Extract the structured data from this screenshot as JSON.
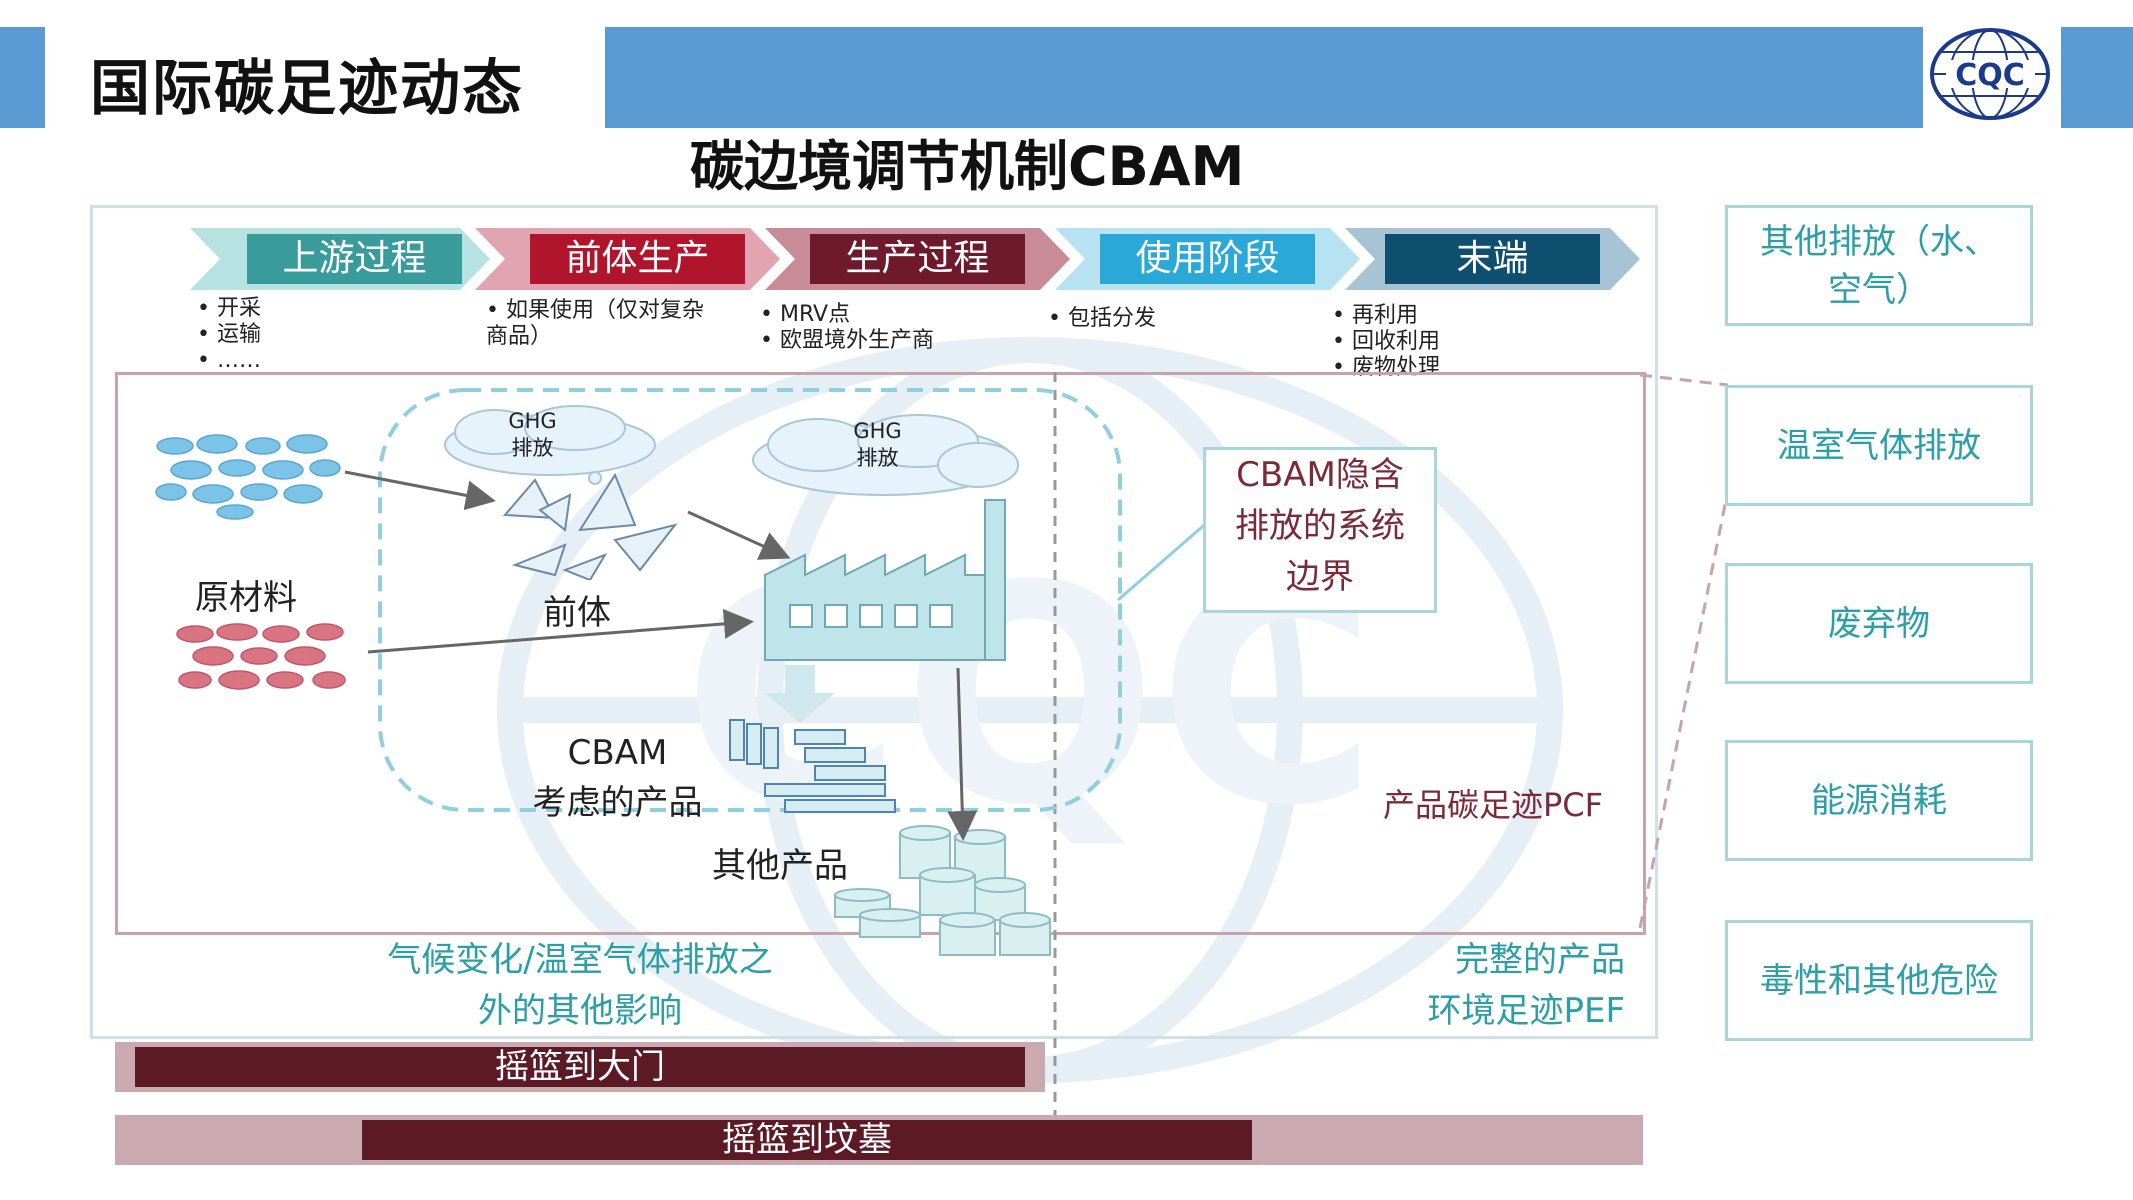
{
  "header": {
    "page_title": "国际碳足迹动态",
    "logo_text": "CQC",
    "brand_color": "#5b9bd5"
  },
  "diagram": {
    "title": "碳边境调节机制CBAM",
    "stages": [
      {
        "label": "上游过程",
        "color": "#3a9b9b"
      },
      {
        "label": "前体生产",
        "color": "#b0152c"
      },
      {
        "label": "生产过程",
        "color": "#6e1a2c"
      },
      {
        "label": "使用阶段",
        "color": "#2aa8d8"
      },
      {
        "label": "末端",
        "color": "#0e4e6e"
      }
    ],
    "stage_bullets": [
      [
        "• 开采",
        "• 运输",
        "• ……"
      ],
      [
        "• 如果使用（仅对复杂",
        "商品）"
      ],
      [
        "• MRV点",
        "• 欧盟境外生产商"
      ],
      [
        "• 包括分发"
      ],
      [
        "• 再利用",
        "• 回收利用",
        "• 废物处理"
      ]
    ],
    "ghg_left": {
      "line1": "GHG",
      "line2": "排放"
    },
    "ghg_right": {
      "line1": "GHG",
      "line2": "排放"
    },
    "raw_material": "原材料",
    "precursor": "前体",
    "cbam_products": {
      "line1": "CBAM",
      "line2": "考虑的产品"
    },
    "other_products": "其他产品",
    "cbam_boundary": {
      "line1": "CBAM隐含",
      "line2": "排放的系统",
      "line3": "边界"
    },
    "pcf": "产品碳足迹PCF",
    "impact": {
      "line1": "气候变化/温室气体排放之",
      "line2": "外的其他影响"
    },
    "pef": {
      "line1": "完整的产品",
      "line2": "环境足迹PEF"
    },
    "cradle_gate": "摇篮到大门",
    "cradle_grave": "摇篮到坟墓",
    "side_boxes": [
      {
        "line1": "其他排放（水、",
        "line2": "空气）"
      },
      {
        "line1": "温室气体排放"
      },
      {
        "line1": "废弃物"
      },
      {
        "line1": "能源消耗"
      },
      {
        "line1": "毒性和其他危险"
      }
    ]
  }
}
